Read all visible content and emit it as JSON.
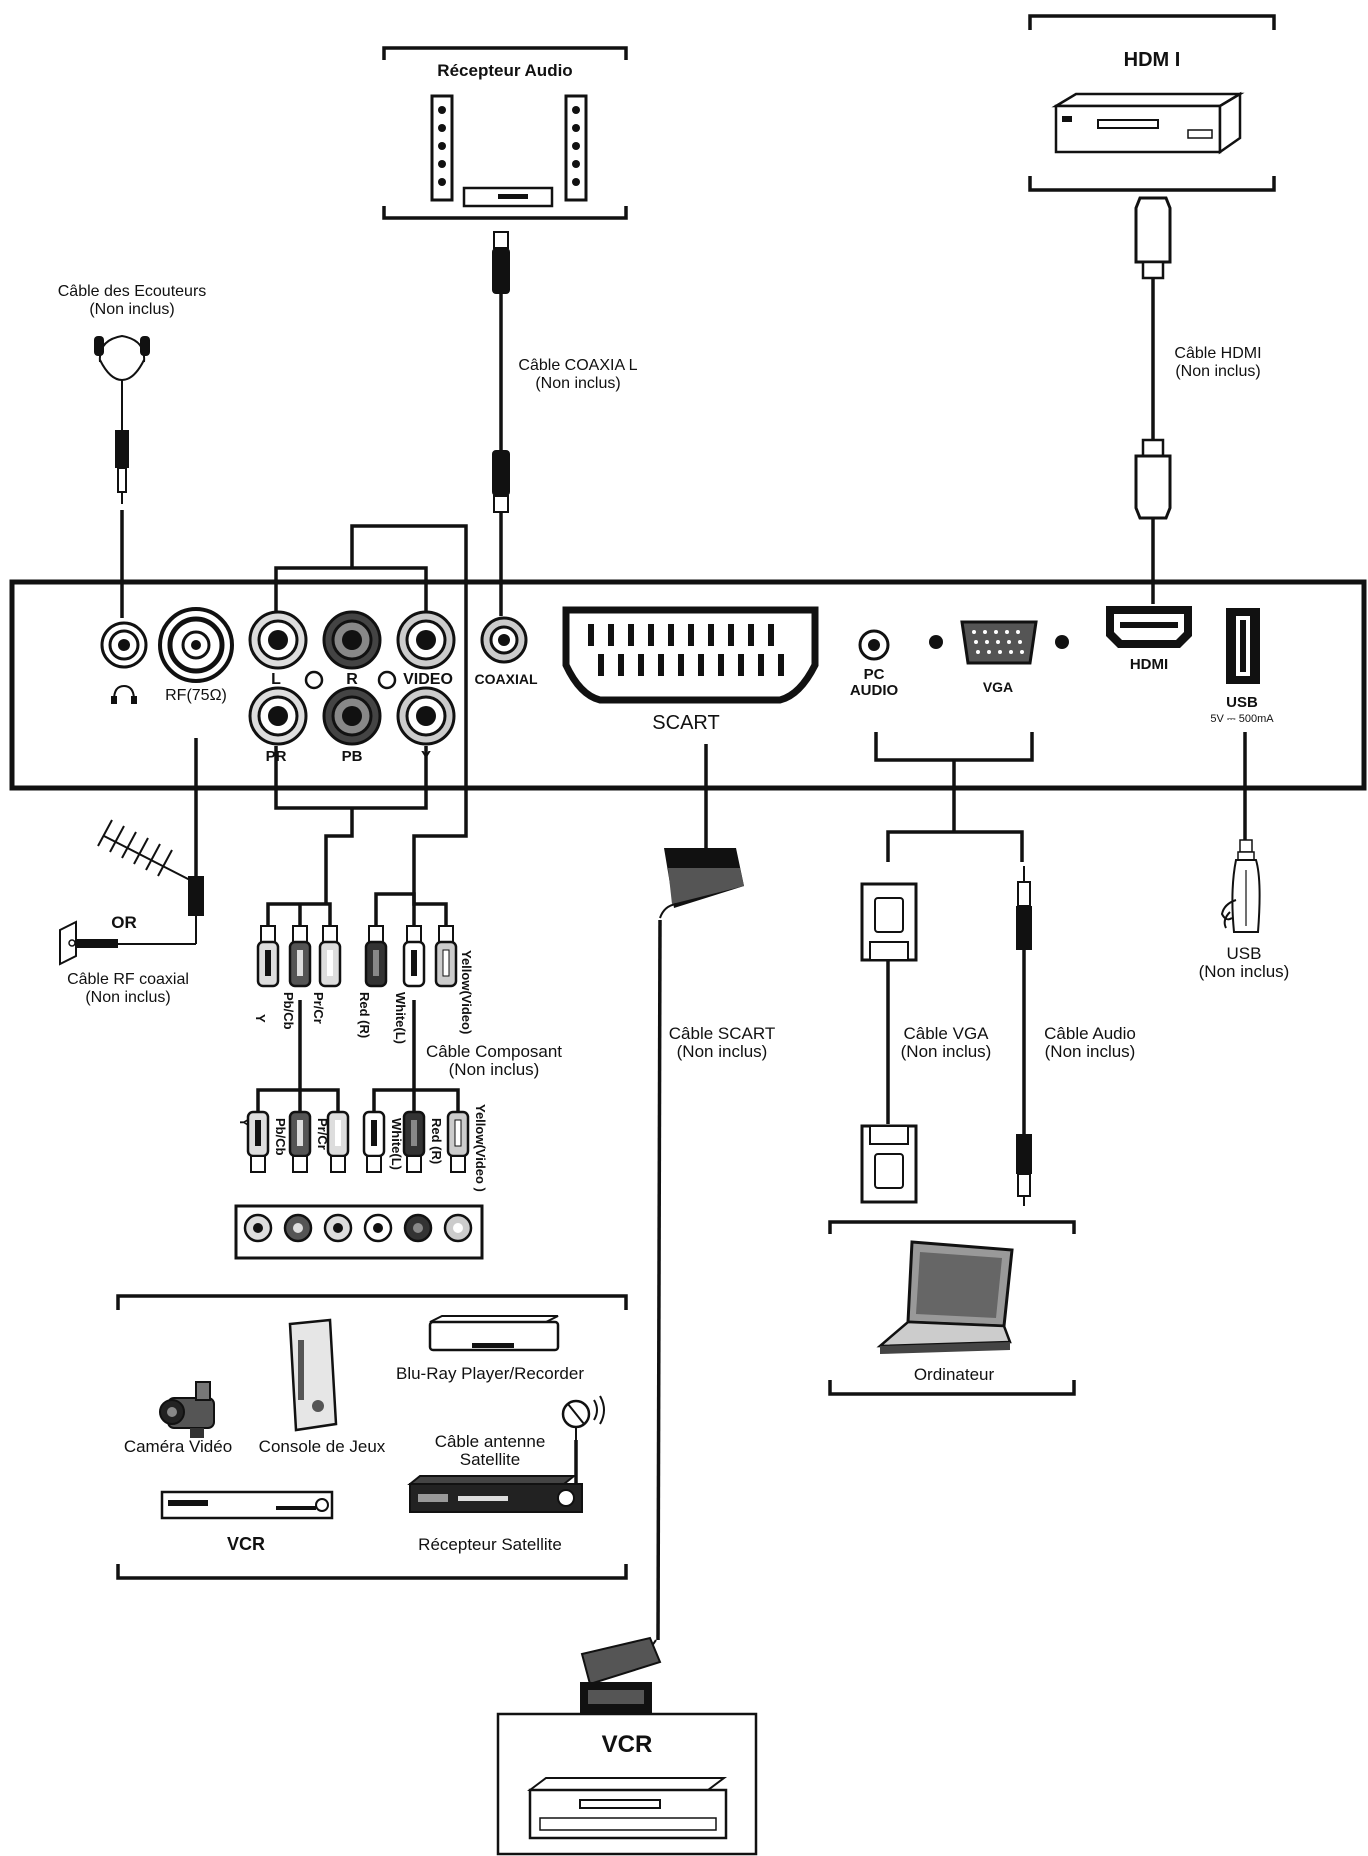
{
  "panel": {
    "rf_label": "RF(75Ω)",
    "l": "L",
    "r": "R",
    "video": "VIDEO",
    "pr": "PR",
    "pb": "PB",
    "y": "Y",
    "coaxial": "COAXIAL",
    "scart": "SCART",
    "pc_audio_1": "PC",
    "pc_audio_2": "AUDIO",
    "vga": "VGA",
    "hdmi": "HDMI",
    "usb": "USB",
    "usb_spec": "5V ⎓ 500mA"
  },
  "devices": {
    "audio_receiver": "Récepteur Audio",
    "hdmi_device": "HDM I",
    "ordinateur": "Ordinateur",
    "vcr_bottom": "VCR",
    "camera": "Caméra Vidéo",
    "console": "Console de Jeux",
    "bluray": "Blu-Ray  Player/Recorder",
    "satellite_cable_1": "Câble antenne",
    "satellite_cable_2": "Satellite",
    "vcr_group": "VCR",
    "satellite_receiver": "Récepteur Satellite"
  },
  "cables": {
    "earphone_1": "Câble des Ecouteurs",
    "earphone_2": "(Non inclus)",
    "coaxial_1": "Câble COAXIA L",
    "coaxial_2": "(Non inclus)",
    "hdmi_1": "Câble HDMI",
    "hdmi_2": "(Non inclus)",
    "rf_1": "Câble RF coaxial",
    "rf_2": "(Non inclus)",
    "or": "OR",
    "component_1": "Câble Composant",
    "component_2": "(Non inclus)",
    "scart_1": "Câble SCART",
    "scart_2": "(Non inclus)",
    "vga_1": "Câble VGA",
    "vga_2": "(Non inclus)",
    "audio_1": "Câble Audio",
    "audio_2": "(Non inclus)",
    "usb_1": "USB",
    "usb_2": "(Non inclus)"
  },
  "plugs_top": {
    "y": "Y",
    "pbcb": "Pb/Cb",
    "prcr": "Pr/Cr",
    "red": "Red (R)",
    "white": "White(L)",
    "yellow": "Yellow(Video)"
  },
  "plugs_bottom": {
    "y": "Y",
    "pbcb": "Pb/Cb",
    "prcr": "Pr/Cr",
    "white": "White(L)",
    "red": "Red (R)",
    "yellow": "Yellow(Video )"
  },
  "colors": {
    "line": "#111111",
    "panel_fill": "#ffffff",
    "jack_dark": "#333333"
  }
}
